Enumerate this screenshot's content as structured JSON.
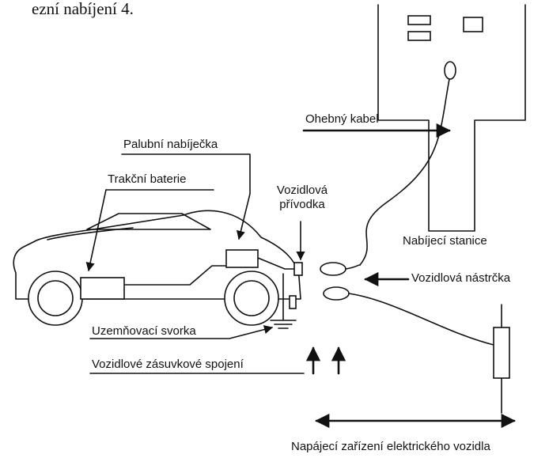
{
  "caption_fragment": "ezní nabíjení 4.",
  "labels": {
    "flexible_cable": "Ohebný kabel",
    "onboard_charger": "Palubní nabíječka",
    "traction_battery": "Trakční baterie",
    "vehicle_inlet": "Vozidlová\npřívodka",
    "charging_station": "Nabíjecí stanice",
    "vehicle_connector": "Vozidlová nástrčka",
    "grounding_terminal": "Uzemňovací svorka",
    "vehicle_coupler": "Vozidlové zásuvkové spojení",
    "ev_supply_equipment": "Napájecí zařízení elektrického vozidla"
  },
  "colors": {
    "line": "#111111",
    "background": "#ffffff"
  }
}
